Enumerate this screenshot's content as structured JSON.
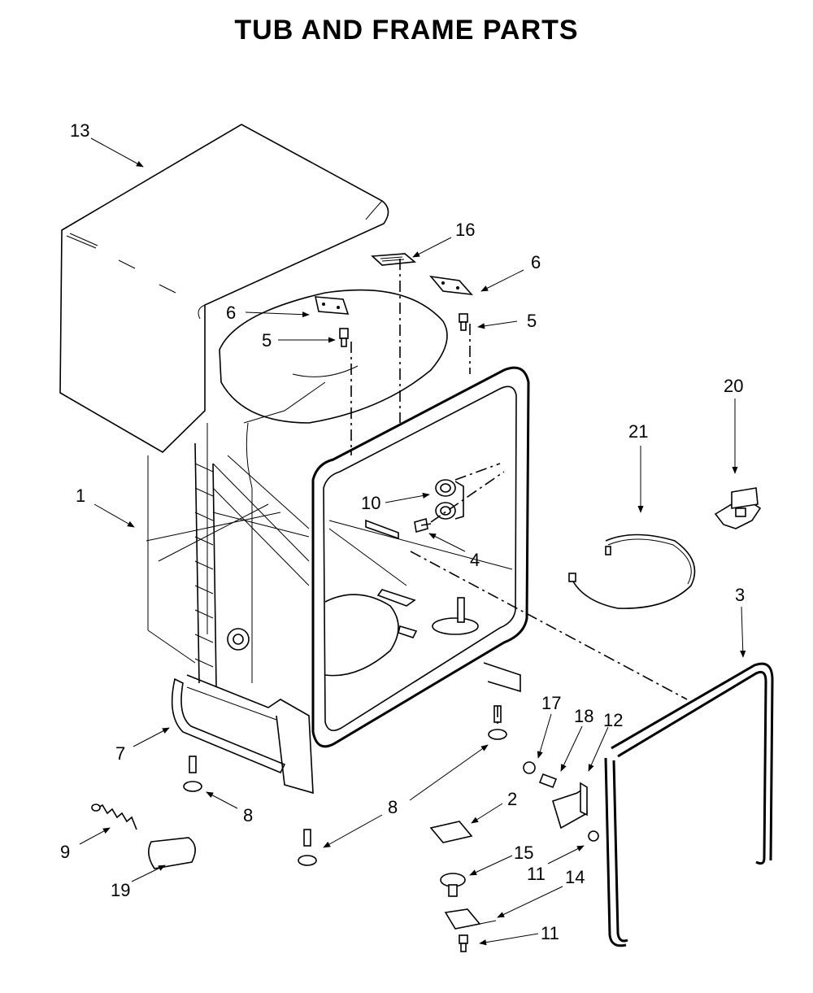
{
  "title": "TUB AND FRAME PARTS",
  "callouts": {
    "c13": "13",
    "c16": "16",
    "c6a": "6",
    "c6b": "6",
    "c5a": "5",
    "c5b": "5",
    "c1": "1",
    "c10": "10",
    "c4": "4",
    "c21": "21",
    "c20": "20",
    "c3": "3",
    "c7": "7",
    "c8a": "8",
    "c8b": "8",
    "c17": "17",
    "c18": "18",
    "c12": "12",
    "c2": "2",
    "c9": "9",
    "c19": "19",
    "c15": "15",
    "c11a": "11",
    "c11b": "11",
    "c14": "14"
  }
}
